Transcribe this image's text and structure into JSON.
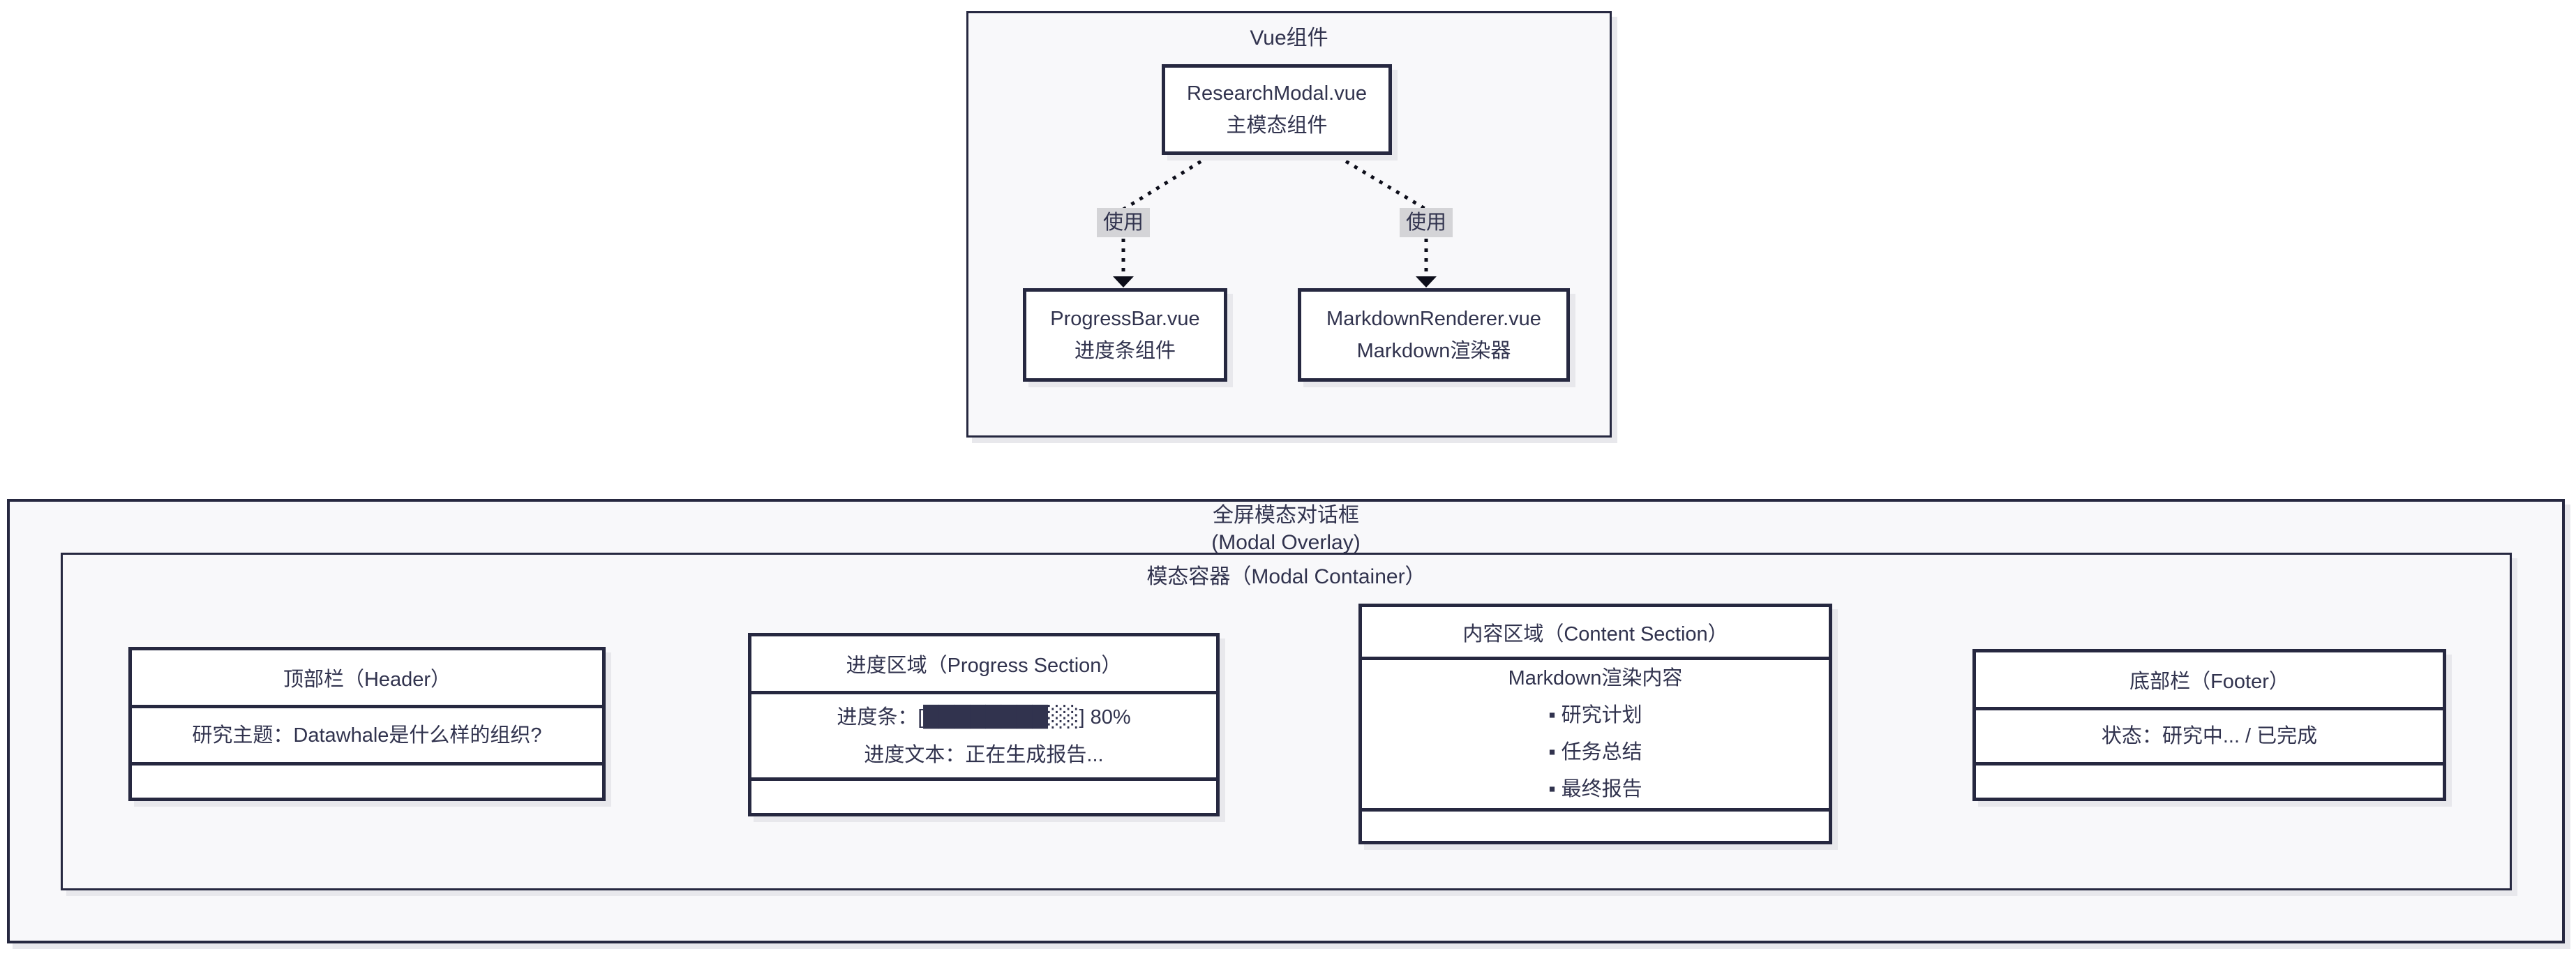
{
  "colors": {
    "background": "#ffffff",
    "cluster-bg": "#f8f8fa",
    "node-bg": "#ffffff",
    "border": "#262840",
    "text": "#31334e",
    "arrow": "#0d0e1a",
    "edge-label-bg": "#d4d4d7",
    "shadow": "#e8e8ec"
  },
  "component_graph": {
    "title": "Vue组件",
    "research_modal": {
      "line1": "ResearchModal.vue",
      "line2": "主模态组件"
    },
    "edge_label_left": "使用",
    "edge_label_right": "使用",
    "progress_bar": {
      "line1": "ProgressBar.vue",
      "line2": "进度条组件"
    },
    "markdown_renderer": {
      "line1": "MarkdownRenderer.vue",
      "line2": "Markdown渲染器"
    }
  },
  "modal_diagram": {
    "overlay_title_line1": "全屏模态对话框",
    "overlay_title_line2": "(Modal Overlay)",
    "container_title": "模态容器（Modal Container）",
    "header": {
      "title": "顶部栏（Header）",
      "line1": "研究主题：Datawhale是什么样的组织?"
    },
    "progress": {
      "title": "进度区域（Progress Section）",
      "line1_prefix": "进度条：[",
      "line1_blocks": "████████░░",
      "line1_suffix": "] 80%",
      "line2": "进度文本：正在生成报告..."
    },
    "content": {
      "title": "内容区域（Content Section）",
      "line1": "Markdown渲染内容",
      "line2": "▪ 研究计划",
      "line3": "▪ 任务总结",
      "line4": "▪ 最终报告"
    },
    "footer": {
      "title": "底部栏（Footer）",
      "line1": "状态：研究中... / 已完成"
    }
  }
}
